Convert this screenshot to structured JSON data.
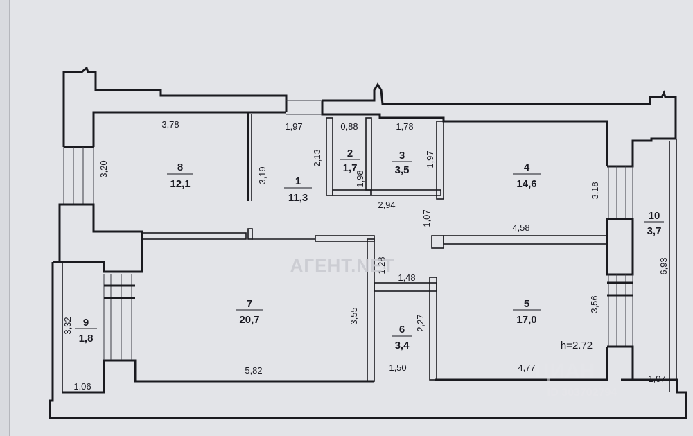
{
  "rooms": [
    {
      "id": "1",
      "number": "1",
      "area": "11,3"
    },
    {
      "id": "2",
      "number": "2",
      "area": "1,7"
    },
    {
      "id": "3",
      "number": "3",
      "area": "3,5"
    },
    {
      "id": "4",
      "number": "4",
      "area": "14,6"
    },
    {
      "id": "5",
      "number": "5",
      "area": "17,0"
    },
    {
      "id": "6",
      "number": "6",
      "area": "3,4"
    },
    {
      "id": "7",
      "number": "7",
      "area": "20,7"
    },
    {
      "id": "8",
      "number": "8",
      "area": "12,1"
    },
    {
      "id": "9",
      "number": "9",
      "area": "1,8"
    },
    {
      "id": "10",
      "number": "10",
      "area": "3,7"
    }
  ],
  "dimensions": {
    "d_378": "3,78",
    "d_320": "3,20",
    "d_319": "3,19",
    "d_197a": "1,97",
    "d_213": "2,13",
    "d_088": "0,88",
    "d_098": "1,98",
    "d_178": "1,78",
    "d_197b": "1,97",
    "d_294": "2,94",
    "d_107a": "1,07",
    "d_458": "4,58",
    "d_318": "3,18",
    "d_128": "1,28",
    "d_148": "1,48",
    "d_355": "3,55",
    "d_227": "2,27",
    "d_150": "1,50",
    "d_582": "5,82",
    "d_356": "3,56",
    "d_477": "4,77",
    "d_693": "6,93",
    "d_107b": "1,07",
    "d_332": "3,32",
    "d_106": "1,06"
  },
  "ceiling_height": "h=2.72",
  "watermarks": {
    "agent": "АГЕНТ.NET",
    "cian": "ЦИАН",
    "cian_id": "ID 303702794"
  }
}
